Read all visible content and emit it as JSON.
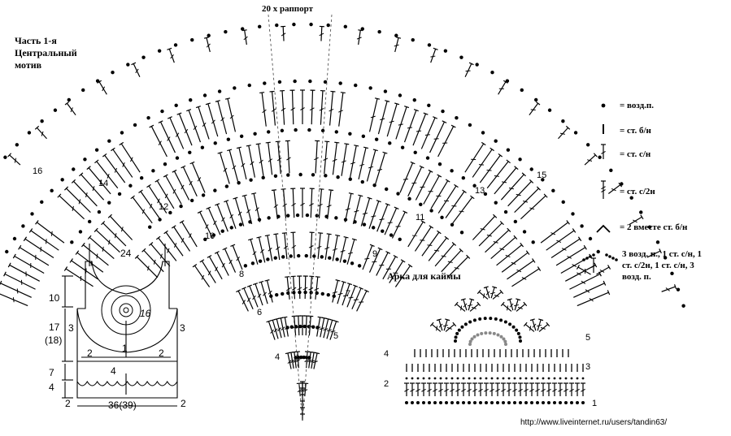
{
  "header": {
    "rapport": "20 х раппорт",
    "part_title_1": "Часть 1-я",
    "part_title_2": "Центральный",
    "part_title_3": "мотив",
    "arch_title": "Арка для каймы"
  },
  "row_numbers": [
    "4",
    "5",
    "6",
    "7",
    "8",
    "9",
    "10",
    "11",
    "12",
    "13",
    "14",
    "15",
    "16"
  ],
  "legend": [
    {
      "symbol": "dot-icon",
      "text": "= возд.п."
    },
    {
      "symbol": "single-crochet-icon",
      "text": "= ст. б/н"
    },
    {
      "symbol": "double-crochet-icon",
      "text": "= ст. с/н"
    },
    {
      "symbol": "treble-crochet-icon",
      "text": "= ст. с/2н"
    },
    {
      "symbol": "decrease-icon",
      "text": "= 2 вместе ст. б/н"
    },
    {
      "symbol": "fan-icon",
      "text": "3 возд. п., 1 ст. с/н, 1 ст. с/2н, 1 ст. с/н, 3 возд. п."
    }
  ],
  "schematic": {
    "top": "24",
    "h1": "10",
    "h2a": "17",
    "h2b": "(18)",
    "h3": "7",
    "h4": "4",
    "bottom": "36(39)",
    "n1": "1",
    "n2a": "2",
    "n2b": "2",
    "n3a": "3",
    "n3b": "3",
    "n4": "4",
    "n16": "16",
    "n2c": "2",
    "n2d": "2"
  },
  "arch_rows": {
    "r1": "1",
    "r2": "2",
    "r3": "3",
    "r4": "4",
    "r5": "5"
  },
  "watermark": "http://www.liveinternet.ru/users/tandin63/"
}
